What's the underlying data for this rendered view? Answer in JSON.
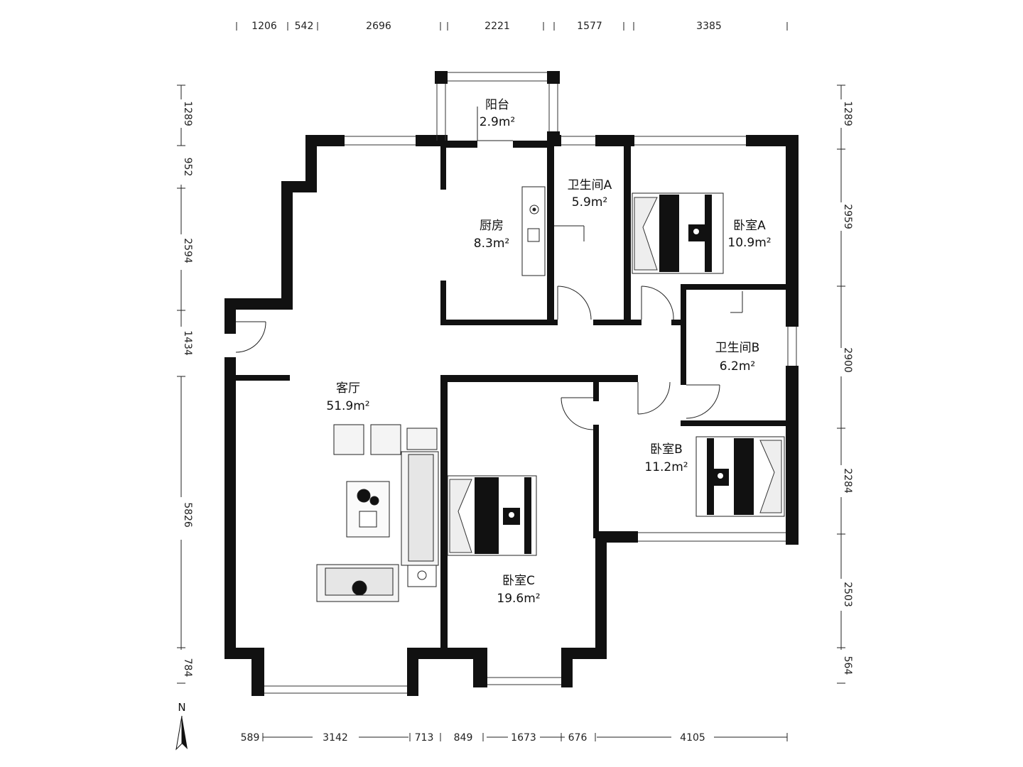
{
  "dims_top": [
    "1206",
    "542",
    "2696",
    "2221",
    "1577",
    "3385"
  ],
  "dims_bottom": [
    "589",
    "3142",
    "713",
    "849",
    "1673",
    "676",
    "4105"
  ],
  "dims_left": [
    "1289",
    "952",
    "2594",
    "1434",
    "5826",
    "784"
  ],
  "dims_right": [
    "1289",
    "2959",
    "2900",
    "2284",
    "2503",
    "564"
  ],
  "rooms": {
    "balcony": {
      "name": "阳台",
      "area": "2.9m²"
    },
    "kitchen": {
      "name": "厨房",
      "area": "8.3m²"
    },
    "bath_a": {
      "name": "卫生间A",
      "area": "5.9m²"
    },
    "bed_a": {
      "name": "卧室A",
      "area": "10.9m²"
    },
    "bath_b": {
      "name": "卫生间B",
      "area": "6.2m²"
    },
    "living": {
      "name": "客厅",
      "area": "51.9m²"
    },
    "bed_b": {
      "name": "卧室B",
      "area": "11.2m²"
    },
    "bed_c": {
      "name": "卧室C",
      "area": "19.6m²"
    }
  },
  "compass": {
    "north": "N"
  }
}
